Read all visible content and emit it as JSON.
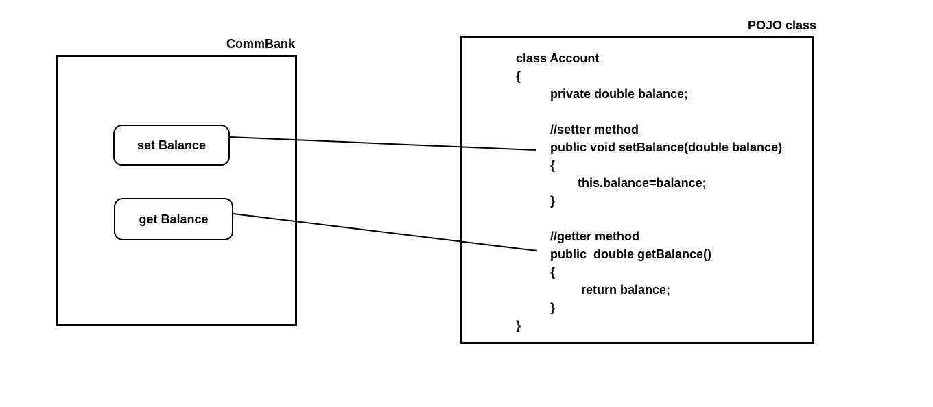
{
  "left_box": {
    "title": "CommBank",
    "buttons": [
      {
        "label": "set Balance"
      },
      {
        "label": "get Balance"
      }
    ]
  },
  "right_box": {
    "title": "POJO class",
    "code_lines": [
      "class Account",
      "{",
      "private double balance;",
      "//setter method",
      "public void setBalance(double balance)",
      "{",
      "this.balance=balance;",
      "}",
      "//getter method",
      "public  double getBalance()",
      "{",
      "return balance;",
      "}",
      "}"
    ]
  },
  "connections": [
    {
      "from": "set Balance",
      "to": "public void setBalance(double balance)"
    },
    {
      "from": "get Balance",
      "to": "public  double getBalance()"
    }
  ]
}
